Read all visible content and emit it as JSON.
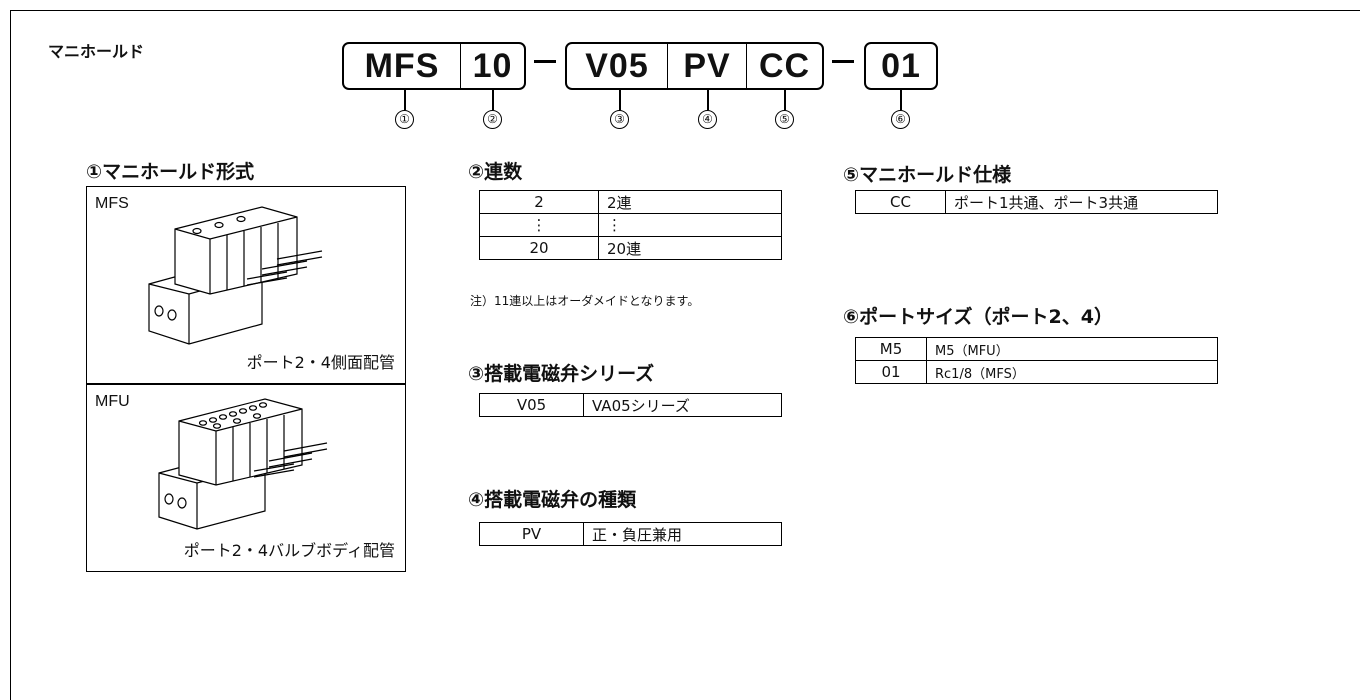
{
  "header": {
    "title": "マニホールド",
    "code_segments": [
      "MFS",
      "10",
      "V05",
      "PV",
      "CC",
      "01"
    ],
    "markers": [
      "①",
      "②",
      "③",
      "④",
      "⑤",
      "⑥"
    ]
  },
  "sections": {
    "form": {
      "title": "①マニホールド形式",
      "items": [
        {
          "code": "MFS",
          "caption": "ポート2・4側面配管",
          "icon": "manifold-side-port-icon"
        },
        {
          "code": "MFU",
          "caption": "ポート2・4バルブボディ配管",
          "icon": "manifold-body-port-icon"
        }
      ]
    },
    "count": {
      "title": "②連数",
      "rows": [
        [
          "2",
          "2連"
        ],
        [
          "⋮",
          "⋮"
        ],
        [
          "20",
          "20連"
        ]
      ],
      "note": "注）11連以上はオーダメイドとなります。"
    },
    "series": {
      "title": "③搭載電磁弁シリーズ",
      "rows": [
        [
          "V05",
          "VA05シリーズ"
        ]
      ]
    },
    "valve_type": {
      "title": "④搭載電磁弁の種類",
      "rows": [
        [
          "PV",
          "正・負圧兼用"
        ]
      ]
    },
    "spec": {
      "title": "⑤マニホールド仕様",
      "rows": [
        [
          "CC",
          "ポート1共通、ポート3共通"
        ]
      ]
    },
    "port_size": {
      "title": "⑥ポートサイズ（ポート2、4）",
      "rows": [
        [
          "M5",
          "M5（MFU）"
        ],
        [
          "01",
          "Rc1/8（MFS）"
        ]
      ]
    }
  }
}
